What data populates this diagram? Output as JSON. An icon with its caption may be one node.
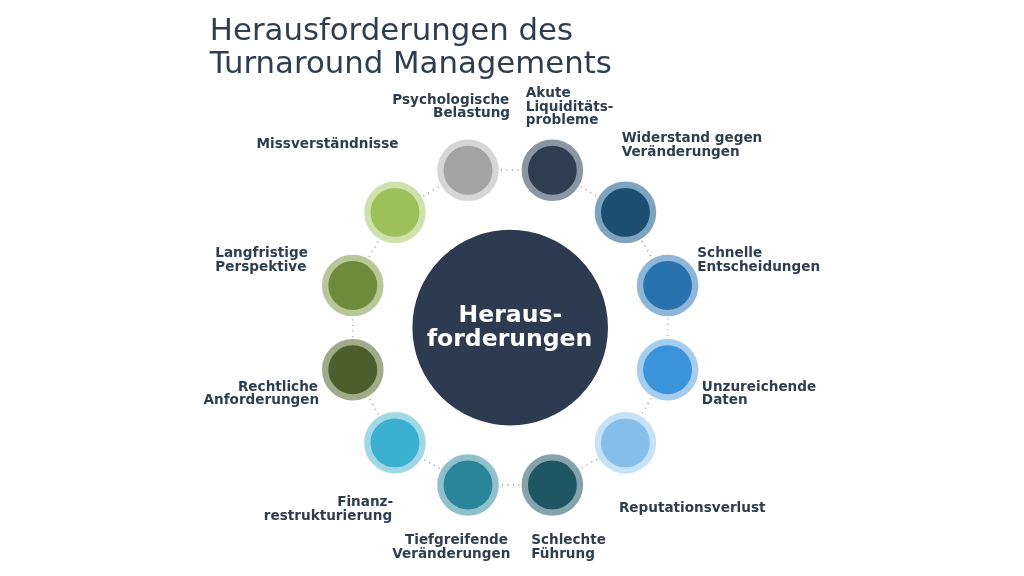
{
  "diagram": {
    "title": "Herausforderungen des Turnaround Managements",
    "nodes": [
      {
        "text": [
          "Heraus- forderungen"
        ]
      },
      {
        "text": [],
        "shape": "circle",
        "beside": [
          "Akute Liquiditäts- probleme"
        ]
      },
      {
        "text": [],
        "shape": "circle",
        "beside": [
          "Widerstand gegen Veränderungen"
        ]
      },
      {
        "text": [],
        "shape": "circle",
        "beside": [
          "Schnelle Entscheidungen"
        ]
      },
      {
        "text": [],
        "shape": "circle",
        "beside": [
          "Unzureichende Daten"
        ]
      },
      {
        "text": [],
        "shape": "circle",
        "beside": [
          "Reputationsverlust"
        ]
      },
      {
        "text": [],
        "shape": "circle",
        "beside": [
          "Schlechte Führung"
        ]
      },
      {
        "text": [],
        "shape": "circle",
        "beside": [
          "Tiefgreifende Veränderungen"
        ]
      },
      {
        "text": [],
        "shape": "circle",
        "beside": [
          "Finanz- restrukturierung"
        ]
      },
      {
        "text": [],
        "shape": "circle",
        "beside": [
          "Rechtliche Anforderungen"
        ]
      },
      {
        "text": [],
        "shape": "circle",
        "beside": [
          "Langfristige Perspektive"
        ]
      },
      {
        "text": [],
        "shape": "circle",
        "beside": [
          "Missverständnisse"
        ]
      },
      {
        "text": [],
        "shape": "circle",
        "beside": [
          "Psychologische Belastung"
        ]
      }
    ],
    "edges": [
      {
        "from": 1,
        "to": 2,
        "arrow": "none"
      },
      {
        "from": 2,
        "to": 3,
        "arrow": "none"
      },
      {
        "from": 3,
        "to": 4,
        "arrow": "none"
      },
      {
        "from": 4,
        "to": 5,
        "arrow": "none"
      },
      {
        "from": 5,
        "to": 6,
        "arrow": "none"
      },
      {
        "from": 6,
        "to": 7,
        "arrow": "none"
      },
      {
        "from": 7,
        "to": 8,
        "arrow": "none"
      },
      {
        "from": 8,
        "to": 9,
        "arrow": "none"
      },
      {
        "from": 9,
        "to": 10,
        "arrow": "none"
      },
      {
        "from": 10,
        "to": 11,
        "arrow": "none"
      },
      {
        "from": 11,
        "to": 12,
        "arrow": "none"
      },
      {
        "from": 12,
        "to": 1,
        "arrow": "none"
      }
    ]
  }
}
